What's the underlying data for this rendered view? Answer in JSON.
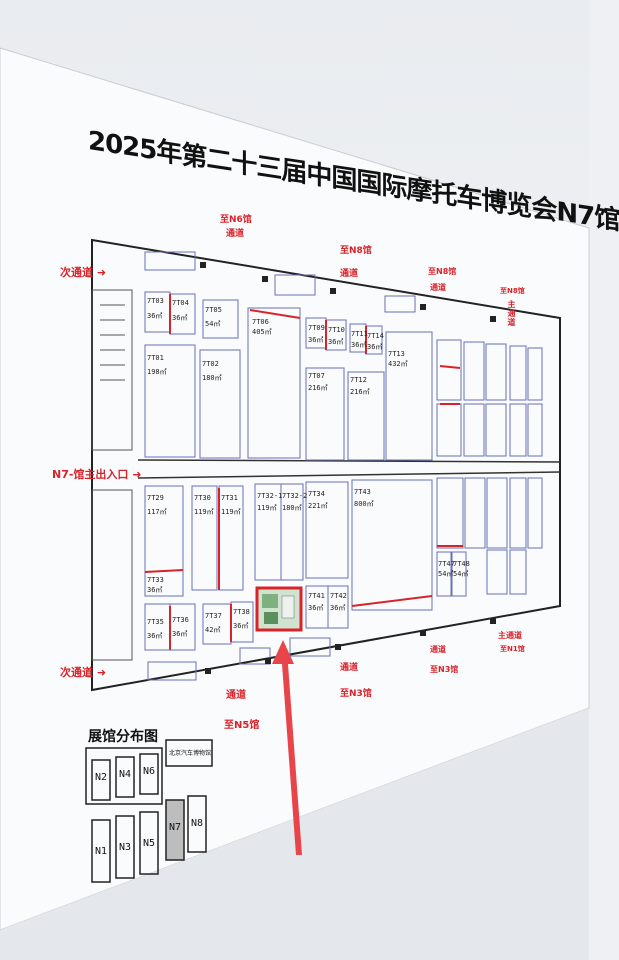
{
  "title": "2025年第二十三届中国国际摩托车博览会N7馆",
  "labels": {
    "side_left_top": "次通道",
    "side_left_bottom": "次通道",
    "main_entrance": "N7-馆主出入口",
    "to_n6": "至N6馆",
    "to_n8": "至N8馆",
    "to_n8b": "至N8馆",
    "to_n8c": "至N8馆",
    "to_n5": "至N5馆",
    "to_n3": "至N3馆",
    "to_n1": "至N1馆",
    "channel_top_1": "通道",
    "channel_top_2": "通道",
    "channel_top_3": "通道",
    "channel_top_4": "通道",
    "main_channel_top": "主通道",
    "main_channel_bottom": "主通道",
    "channel_bottom_1": "通道",
    "channel_bottom_2": "通道",
    "channel_bottom_3": "通道"
  },
  "legend": {
    "title": "展馆分布图",
    "halls": [
      "N2",
      "N4",
      "N6",
      "N1",
      "N3",
      "N5",
      "N7",
      "N8"
    ],
    "highlight": "N7",
    "top_box": "北京汽车博物馆"
  },
  "booths": [
    {
      "id": "7T03",
      "area": "36㎡"
    },
    {
      "id": "7T04",
      "area": "36㎡"
    },
    {
      "id": "7T05",
      "area": "54㎡"
    },
    {
      "id": "7T06",
      "area": "405㎡"
    },
    {
      "id": "7T09",
      "area": "36㎡"
    },
    {
      "id": "7T10",
      "area": "36㎡"
    },
    {
      "id": "7T11",
      "area": "36㎡"
    },
    {
      "id": "7T14",
      "area": "36㎡"
    },
    {
      "id": "7T13",
      "area": "432㎡"
    },
    {
      "id": "7T01",
      "area": "198㎡"
    },
    {
      "id": "7T02",
      "area": "180㎡"
    },
    {
      "id": "7T07",
      "area": "216㎡"
    },
    {
      "id": "7T12",
      "area": "216㎡"
    },
    {
      "id": "7T29",
      "area": "117㎡"
    },
    {
      "id": "7T30",
      "area": "119㎡"
    },
    {
      "id": "7T31",
      "area": "119㎡"
    },
    {
      "id": "7T32-1",
      "area": "119㎡"
    },
    {
      "id": "7T32-2",
      "area": "180㎡"
    },
    {
      "id": "7T34",
      "area": "221㎡"
    },
    {
      "id": "7T43",
      "area": "800㎡"
    },
    {
      "id": "7T33",
      "area": "36㎡"
    },
    {
      "id": "7T35",
      "area": "36㎡"
    },
    {
      "id": "7T36",
      "area": "36㎡"
    },
    {
      "id": "7T37",
      "area": "42㎡"
    },
    {
      "id": "7T38",
      "area": "36㎡"
    },
    {
      "id": "7T41",
      "area": "36㎡"
    },
    {
      "id": "7T42",
      "area": "36㎡"
    },
    {
      "id": "7T47",
      "area": "54㎡"
    },
    {
      "id": "7T48",
      "area": "54㎡"
    }
  ],
  "colors": {
    "accent": "#d8232a",
    "booth_line": "#6a6fb8",
    "wall": "#222222"
  }
}
